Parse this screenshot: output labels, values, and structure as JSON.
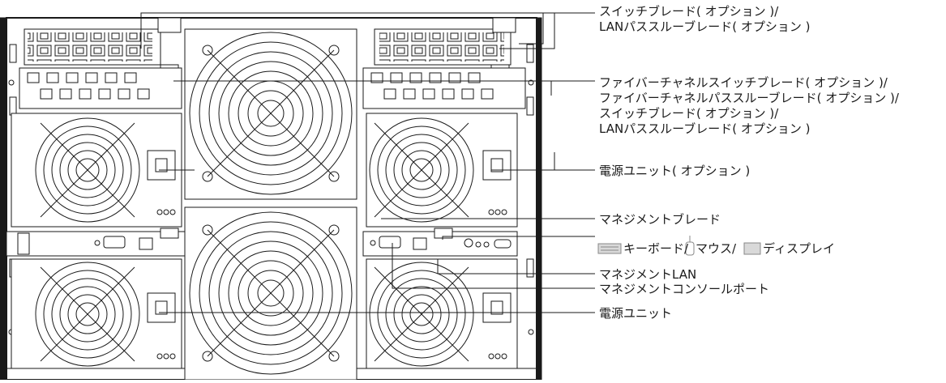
{
  "labels": {
    "switch_blade_top": "スイッチブレード( オプション )/",
    "lan_pass_top": "LANパススルーブレード( オプション )",
    "fc_switch": "ファイバーチャネルスイッチブレード( オプション )/",
    "fc_pass": "ファイバーチャネルパススルーブレード( オプション )/",
    "switch_blade_mid": "スイッチブレード( オプション )/",
    "lan_pass_mid": "LANパススルーブレード( オプション )",
    "psu_optional": "電源ユニット( オプション )",
    "mgmt_blade": "マネジメントブレード",
    "keyboard": "キーボード/",
    "mouse": "マウス/",
    "display": "ディスプレイ",
    "mgmt_lan": "マネジメントLAN",
    "mgmt_console": "マネジメントコンソールポート",
    "psu": "電源ユニット"
  },
  "colors": {
    "line": "#1a1a1a",
    "fill": "#ffffff",
    "shade": "#d9d9d9"
  }
}
